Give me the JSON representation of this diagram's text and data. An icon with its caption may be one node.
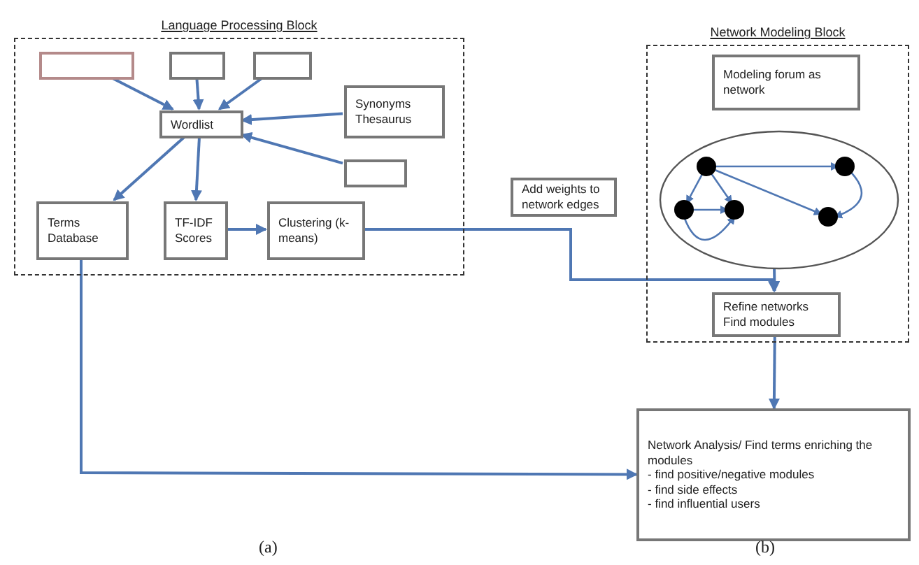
{
  "diagram": {
    "nodes": [
      {
        "text": [
          "Language Processing Block"
        ]
      },
      {
        "text": [],
        "shape": "box",
        "in": 0
      },
      {
        "text": [],
        "shape": "box",
        "in": 0
      },
      {
        "text": [],
        "shape": "box",
        "in": 0
      },
      {
        "text": [
          "Wordlist"
        ],
        "in": 0
      },
      {
        "text": [
          "Synonyms Thesaurus"
        ],
        "in": 0
      },
      {
        "text": [],
        "shape": "box",
        "in": 0
      },
      {
        "text": [
          "Terms Database"
        ],
        "in": 0
      },
      {
        "text": [
          "TF-IDF Scores"
        ],
        "in": 0
      },
      {
        "text": [
          "Clustering (k-means)"
        ],
        "in": 0
      },
      {
        "text": [
          "Network Modeling Block"
        ]
      },
      {
        "text": [
          "Modeling forum as network"
        ],
        "in": 10
      },
      {
        "text": [],
        "shape": "ellipse",
        "in": 10
      },
      {
        "text": [
          "Refine networks",
          "Find modules"
        ],
        "in": 10
      },
      {
        "text": [
          "Add weights to network edges"
        ]
      },
      {
        "text": [
          "Network Analysis/ Find terms enriching the modules",
          "- find positive/negative modules",
          "- find side effects",
          "- find influential users"
        ]
      }
    ],
    "edges": [
      {
        "from": 1,
        "to": 4,
        "arrow": "to"
      },
      {
        "from": 2,
        "to": 4,
        "arrow": "to"
      },
      {
        "from": 3,
        "to": 4,
        "arrow": "to"
      },
      {
        "from": 5,
        "to": 4,
        "arrow": "to"
      },
      {
        "from": 6,
        "to": 4,
        "arrow": "to"
      },
      {
        "from": 4,
        "to": 7,
        "arrow": "to"
      },
      {
        "from": 4,
        "to": 8,
        "arrow": "to"
      },
      {
        "from": 8,
        "to": 9,
        "arrow": "to"
      },
      {
        "from": 9,
        "to": 13,
        "arrow": "to"
      },
      {
        "from": 12,
        "to": 13,
        "arrow": "to"
      },
      {
        "from": 13,
        "to": 15,
        "arrow": "to"
      },
      {
        "from": 7,
        "to": 15,
        "arrow": "to"
      }
    ],
    "labels": [
      "(a)",
      "(b)"
    ]
  }
}
